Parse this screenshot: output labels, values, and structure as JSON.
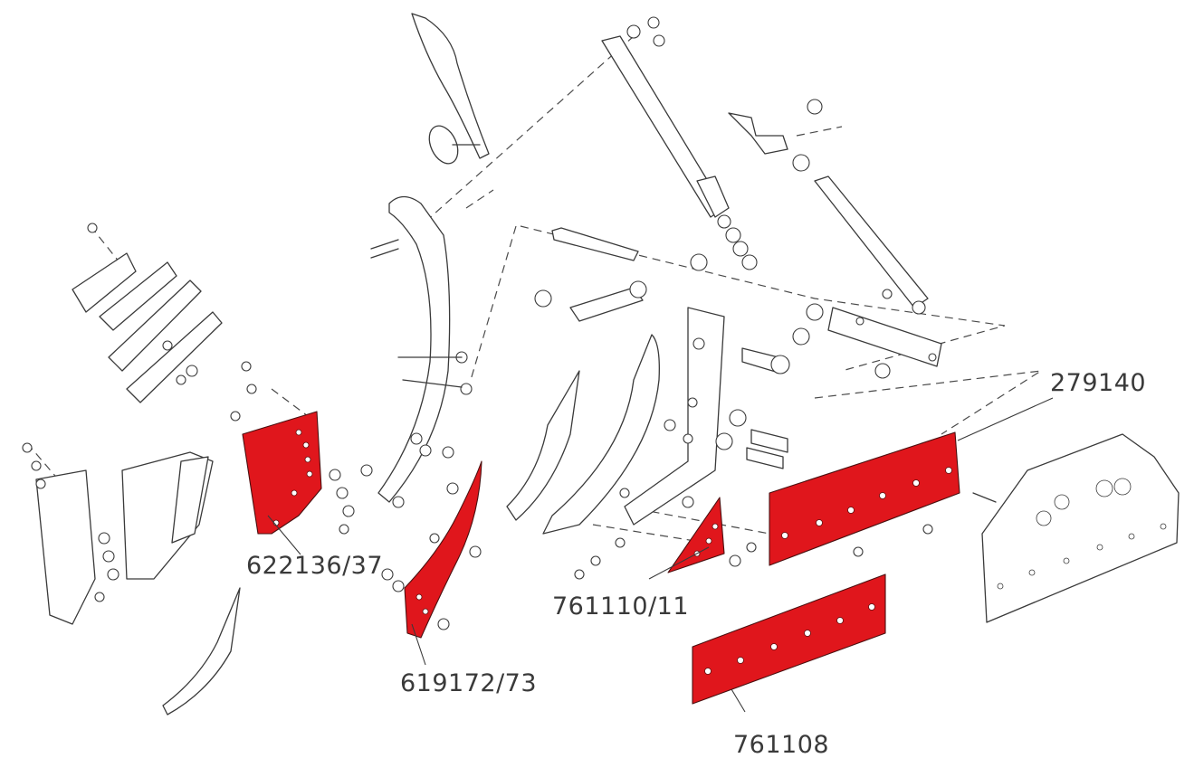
{
  "labels": {
    "part_279140": "279140",
    "part_622136": "622136/37",
    "part_761110": "761110/11",
    "part_619172": "619172/73",
    "part_761108": "761108"
  },
  "colors": {
    "highlight": "#e0161c",
    "line": "#3a3a3a",
    "background": "#ffffff"
  }
}
